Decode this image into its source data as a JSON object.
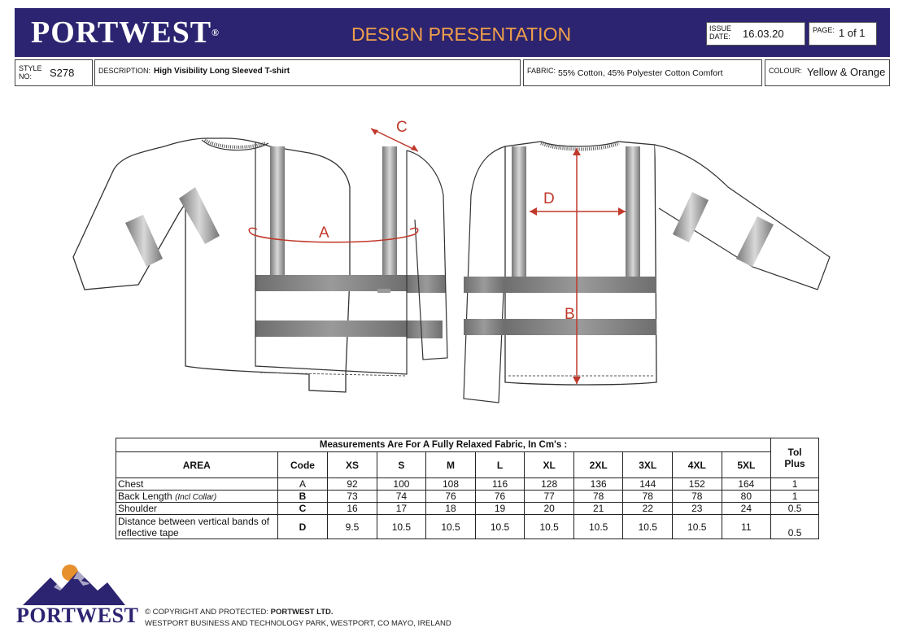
{
  "header": {
    "brand": "PORTWEST",
    "reg_mark": "®",
    "title": "DESIGN PRESENTATION",
    "issue_label_1": "ISSUE",
    "issue_label_2": "DATE:",
    "issue_date": "16.03.20",
    "page_label": "PAGE:",
    "page_value": "1 of 1"
  },
  "info": {
    "style_label_1": "STYLE",
    "style_label_2": "NO:",
    "style_no": "S278",
    "description_label": "DESCRIPTION:",
    "description": "High Visibility Long Sleeved T-shirt",
    "fabric_label": "FABRIC:",
    "fabric": "55% Cotton, 45% Polyester Cotton Comfort",
    "colour_label": "COLOUR:",
    "colour": "Yellow & Orange"
  },
  "diagram": {
    "label_a": "A",
    "label_b": "B",
    "label_c": "C",
    "label_d": "D",
    "line_color": "#c0392b"
  },
  "table": {
    "caption": "Measurements Are For A Fully Relaxed Fabric, In Cm's :",
    "area_header": "AREA",
    "code_header": "Code",
    "tol_header_1": "Tol",
    "tol_header_2": "Plus",
    "sizes": [
      "XS",
      "S",
      "M",
      "L",
      "XL",
      "2XL",
      "3XL",
      "4XL",
      "5XL"
    ],
    "rows": [
      {
        "area": "Chest",
        "note": "",
        "code": "A",
        "values": [
          "92",
          "100",
          "108",
          "116",
          "128",
          "136",
          "144",
          "152",
          "164"
        ],
        "tol": "1"
      },
      {
        "area": "Back Length",
        "note": "(Incl Collar)",
        "code": "B",
        "values": [
          "73",
          "74",
          "76",
          "76",
          "77",
          "78",
          "78",
          "78",
          "80"
        ],
        "tol": "1"
      },
      {
        "area": "Shoulder",
        "note": "",
        "code": "C",
        "values": [
          "16",
          "17",
          "18",
          "19",
          "20",
          "21",
          "22",
          "23",
          "24"
        ],
        "tol": "0.5"
      },
      {
        "area": "Distance between vertical bands of reflective tape",
        "note": "",
        "code": "D",
        "values": [
          "9.5",
          "10.5",
          "10.5",
          "10.5",
          "10.5",
          "10.5",
          "10.5",
          "10.5",
          "11"
        ],
        "tol": "0.5"
      }
    ]
  },
  "footer": {
    "brand": "PORTWEST",
    "copyright_prefix": "© COPYRIGHT AND PROTECTED: ",
    "copyright_company": "PORTWEST LTD.",
    "address": "WESTPORT BUSINESS AND TECHNOLOGY PARK, WESTPORT, CO MAYO, IRELAND"
  }
}
